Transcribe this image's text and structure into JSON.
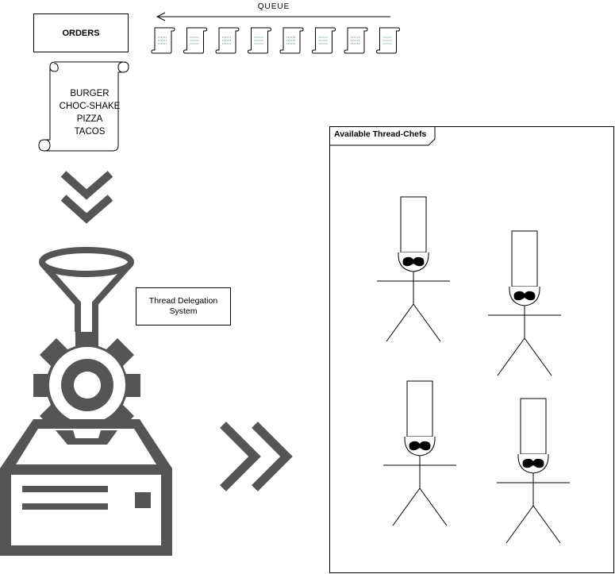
{
  "queue": {
    "label": "QUEUE",
    "ticket_count": 8
  },
  "orders": {
    "title": "ORDERS",
    "items": [
      "BURGER",
      "CHOC-SHAKE",
      "PIZZA",
      "TACOS"
    ]
  },
  "delegation": {
    "line1": "Thread Delegation",
    "line2": "System"
  },
  "chefs_panel": {
    "title": "Available Thread-Chefs",
    "chef_count": 4
  },
  "colors": {
    "machine": "#555555",
    "stroke": "#000000"
  },
  "icons": [
    "queue-arrow-icon",
    "order-ticket-icon",
    "order-scroll-icon",
    "double-chevron-down-icon",
    "funnel-icon",
    "gear-icon",
    "server-icon",
    "double-chevron-right-icon",
    "chef-icon"
  ]
}
